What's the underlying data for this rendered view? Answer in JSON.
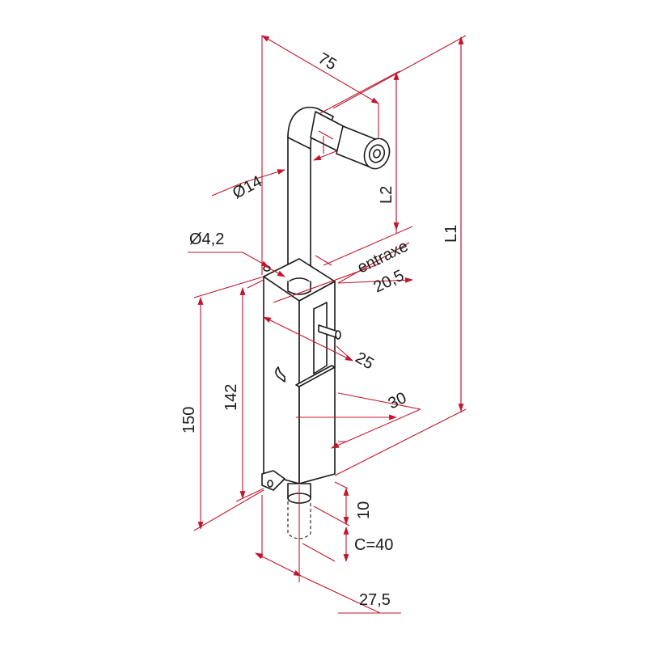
{
  "colors": {
    "dimension": "#c0172f",
    "outline": "#1a1a1a",
    "background": "#ffffff"
  },
  "dimensions": {
    "d75": "75",
    "d14": "Ø14",
    "d42": "Ø4,2",
    "l2": "L2",
    "l1": "L1",
    "entraxe": "entraxe",
    "d205": "20,5",
    "d25": "25",
    "d30": "30",
    "d150": "150",
    "d142": "142",
    "d10": "10",
    "c40": "C=40",
    "d275": "27,5"
  }
}
